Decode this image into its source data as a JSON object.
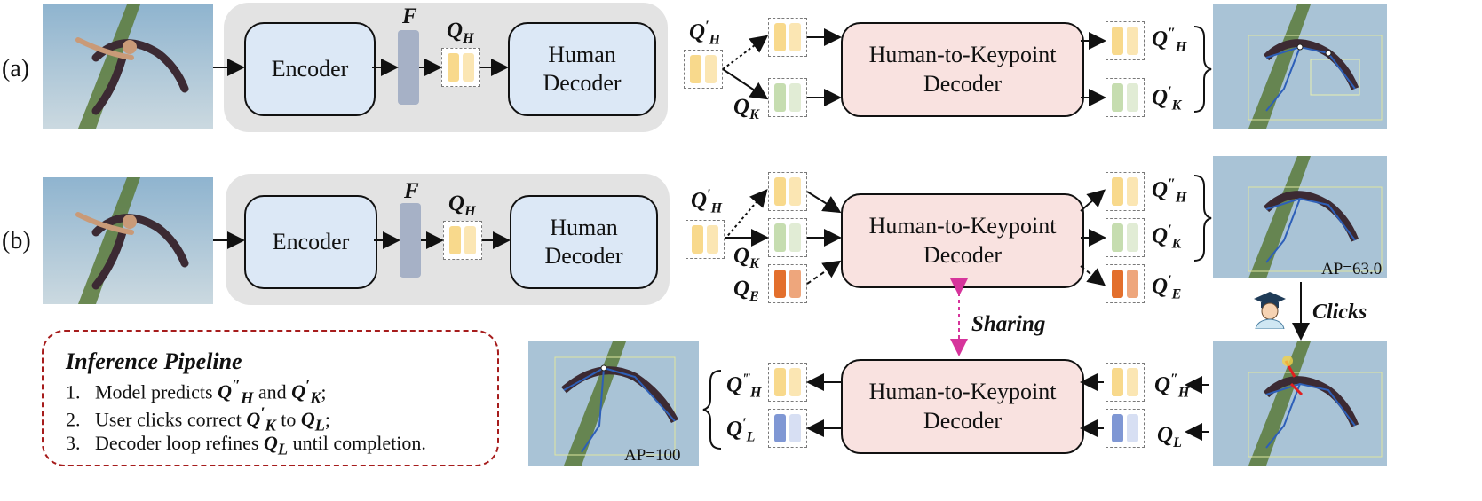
{
  "row_labels": {
    "a": "(a)",
    "b": "(b)"
  },
  "blocks": {
    "encoder": "Encoder",
    "human_decoder_line1": "Human",
    "human_decoder_line2": "Decoder",
    "h2k_line1": "Human-to-Keypoint",
    "h2k_line2": "Decoder"
  },
  "symbols": {
    "F": "F",
    "QH": {
      "base": "Q",
      "sub": "H"
    },
    "QH_prime": {
      "base": "Q",
      "sup": "′",
      "sub": "H"
    },
    "QK": {
      "base": "Q",
      "sub": "K"
    },
    "QE": {
      "base": "Q",
      "sub": "E"
    },
    "QH_dprime": {
      "base": "Q",
      "sup": "″",
      "sub": "H"
    },
    "QK_prime": {
      "base": "Q",
      "sup": "′",
      "sub": "K"
    },
    "QE_prime": {
      "base": "Q",
      "sup": "′",
      "sub": "E"
    },
    "QH_tprime": {
      "base": "Q",
      "sup": "‴",
      "sub": "H"
    },
    "QL_prime": {
      "base": "Q",
      "sup": "′",
      "sub": "L"
    },
    "QL": {
      "base": "Q",
      "sub": "L"
    }
  },
  "sharing_label": "Sharing",
  "clicks_label": "Clicks",
  "ap_labels": {
    "b_output": "AP=63.0",
    "refined": "AP=100"
  },
  "legend": {
    "title": "Inference Pipeline",
    "step1": {
      "num": "1.",
      "pre": "Model predicts",
      "mid": "and",
      "post": ";"
    },
    "step2": {
      "num": "2.",
      "pre": "User clicks correct",
      "mid": "to",
      "post": ";"
    },
    "step3": {
      "num": "3.",
      "pre": "Decoder loop refines",
      "post": "until completion."
    }
  },
  "colors": {
    "yellow_light": "#fbe6b3",
    "yellow_strong": "#f8d98c",
    "green_light": "#e1ecd5",
    "green_strong": "#c6ddb0",
    "orange_strong": "#e36f2c",
    "orange_light": "#eea67c",
    "blue_strong": "#7f97d4",
    "blue_light": "#d7dff3",
    "sharing_pink": "#d6349b",
    "legend_border": "#a61c1c"
  },
  "icons": [
    "person-photo-icon",
    "user-with-graduation-cap-icon"
  ]
}
